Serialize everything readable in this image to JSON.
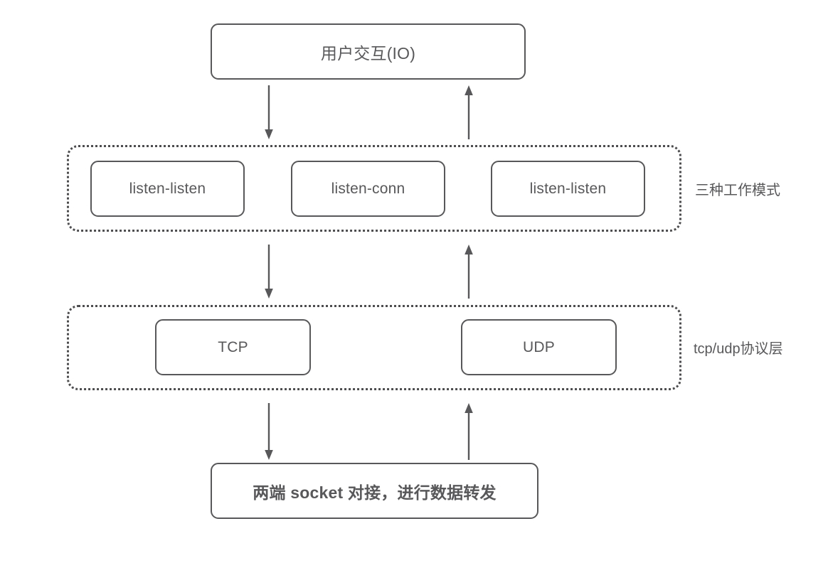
{
  "diagram": {
    "title_node": {
      "label": "用户交互(IO)"
    },
    "groups": [
      {
        "id": "modes",
        "side_label": "三种工作模式",
        "nodes": [
          {
            "label": "listen-listen"
          },
          {
            "label": "listen-conn"
          },
          {
            "label": "listen-listen"
          }
        ]
      },
      {
        "id": "protocol",
        "side_label": "tcp/udp协议层",
        "nodes": [
          {
            "label": "TCP"
          },
          {
            "label": "UDP"
          }
        ]
      }
    ],
    "bottom_node": {
      "label": "两端 socket 对接，进行数据转发"
    },
    "arrows": [
      {
        "name": "io-to-modes",
        "direction": "down"
      },
      {
        "name": "modes-to-io",
        "direction": "up"
      },
      {
        "name": "modes-to-protocol",
        "direction": "down"
      },
      {
        "name": "protocol-to-modes",
        "direction": "up"
      },
      {
        "name": "protocol-to-socket",
        "direction": "down"
      },
      {
        "name": "socket-to-protocol",
        "direction": "up"
      }
    ],
    "colors": {
      "stroke": "#58585a",
      "dotted_stroke": "#4d4d4f",
      "text": "#58585a",
      "background": "#ffffff"
    }
  }
}
